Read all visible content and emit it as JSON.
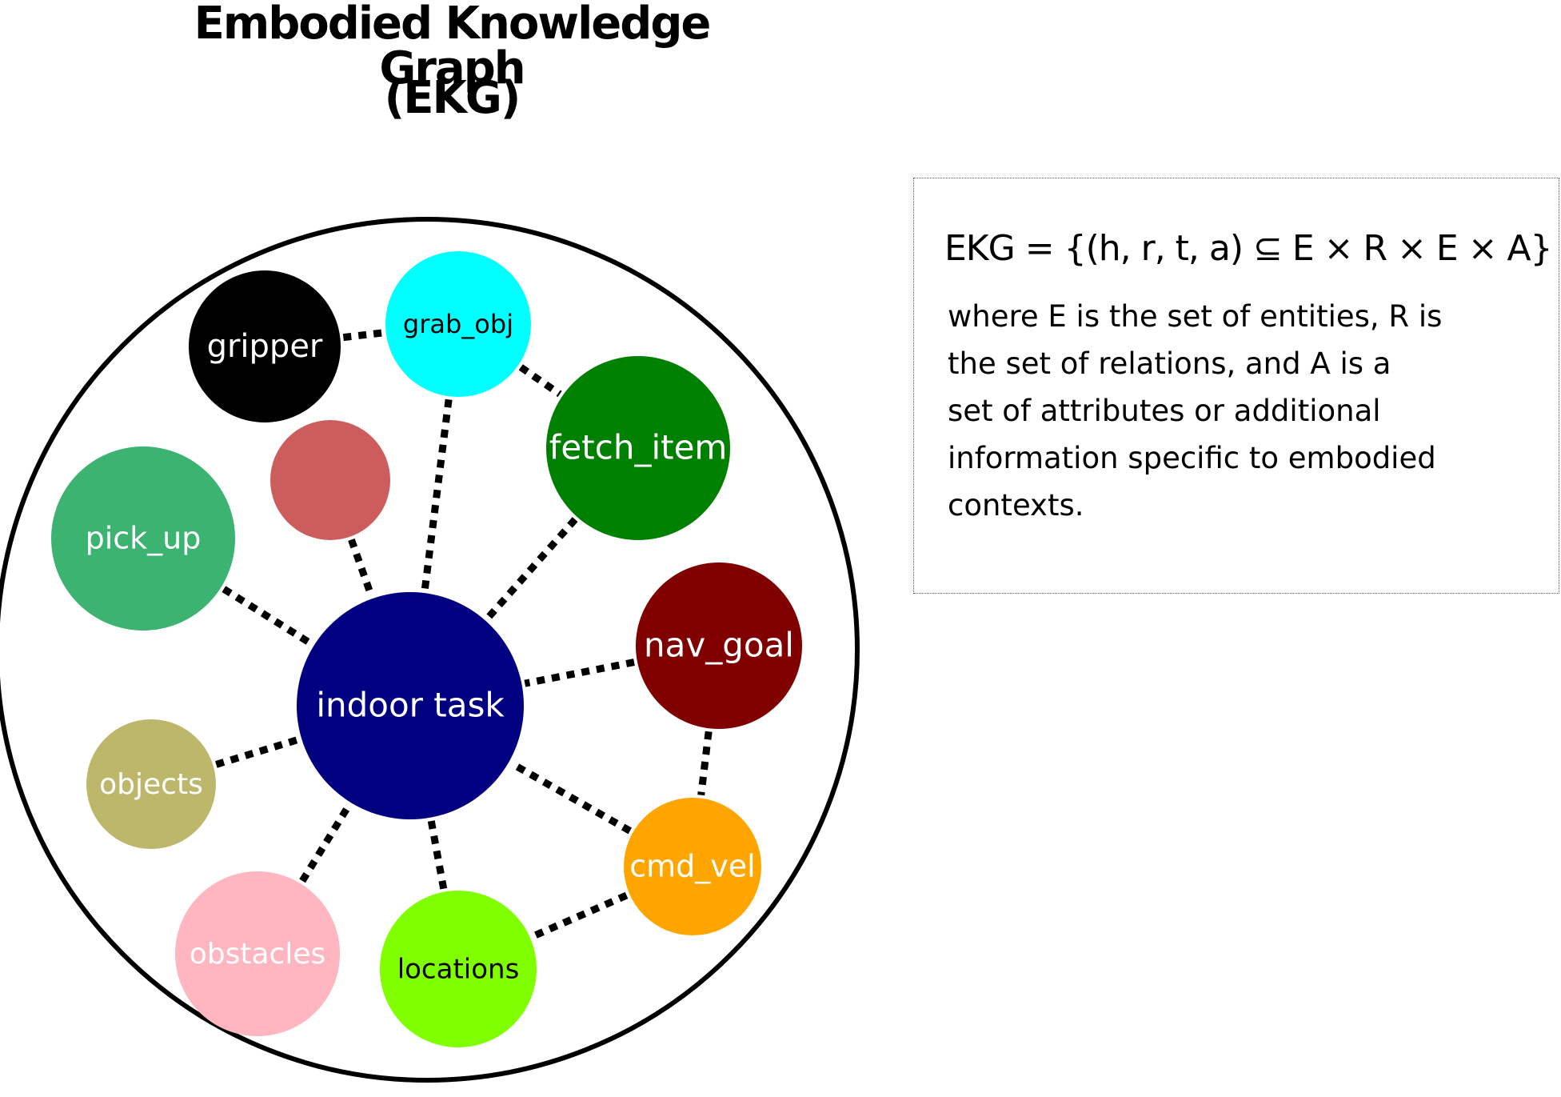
{
  "title": {
    "line1": "Embodied Knowledge Graph",
    "line2": "(EKG)"
  },
  "center_node": {
    "label": "indoor task",
    "color": "#000080"
  },
  "nodes": [
    {
      "id": "gripper",
      "label": "gripper",
      "color": "#000000",
      "text_color": "#ffffff"
    },
    {
      "id": "grab_obj",
      "label": "grab_obj",
      "color": "#00FFFF",
      "text_color": "#000000"
    },
    {
      "id": "fetch_item",
      "label": "fetch_item",
      "color": "#008000",
      "text_color": "#ffffff"
    },
    {
      "id": "unlabeled",
      "label": "",
      "color": "#CD5C5C",
      "text_color": "#ffffff"
    },
    {
      "id": "pick_up",
      "label": "pick_up",
      "color": "#3CB371",
      "text_color": "#ffffff"
    },
    {
      "id": "nav_goal",
      "label": "nav_goal",
      "color": "#800000",
      "text_color": "#ffffff"
    },
    {
      "id": "objects",
      "label": "objects",
      "color": "#BDB76B",
      "text_color": "#ffffff"
    },
    {
      "id": "cmd_vel",
      "label": "cmd_vel",
      "color": "#FFA500",
      "text_color": "#ffffff"
    },
    {
      "id": "obstacles",
      "label": "obstacles",
      "color": "#FFB6C1",
      "text_color": "#ffffff"
    },
    {
      "id": "locations",
      "label": "locations",
      "color": "#7FFF00",
      "text_color": "#000000"
    }
  ],
  "edges": [
    [
      "gripper",
      "grab_obj"
    ],
    [
      "grab_obj",
      "fetch_item"
    ],
    [
      "grab_obj",
      "center"
    ],
    [
      "fetch_item",
      "center"
    ],
    [
      "unlabeled",
      "center"
    ],
    [
      "pick_up",
      "center"
    ],
    [
      "nav_goal",
      "center"
    ],
    [
      "objects",
      "center"
    ],
    [
      "cmd_vel",
      "center"
    ],
    [
      "obstacles",
      "center"
    ],
    [
      "locations",
      "center"
    ],
    [
      "nav_goal",
      "cmd_vel"
    ],
    [
      "cmd_vel",
      "locations"
    ]
  ],
  "definition": {
    "formula": "EKG = {(h, r, t, a) ⊆ E × R × E × A}",
    "lines": [
      "where E is the set of entities, R is",
      "the set of relations, and A is a",
      "set of attributes or additional",
      "information specific to embodied",
      "contexts."
    ]
  }
}
